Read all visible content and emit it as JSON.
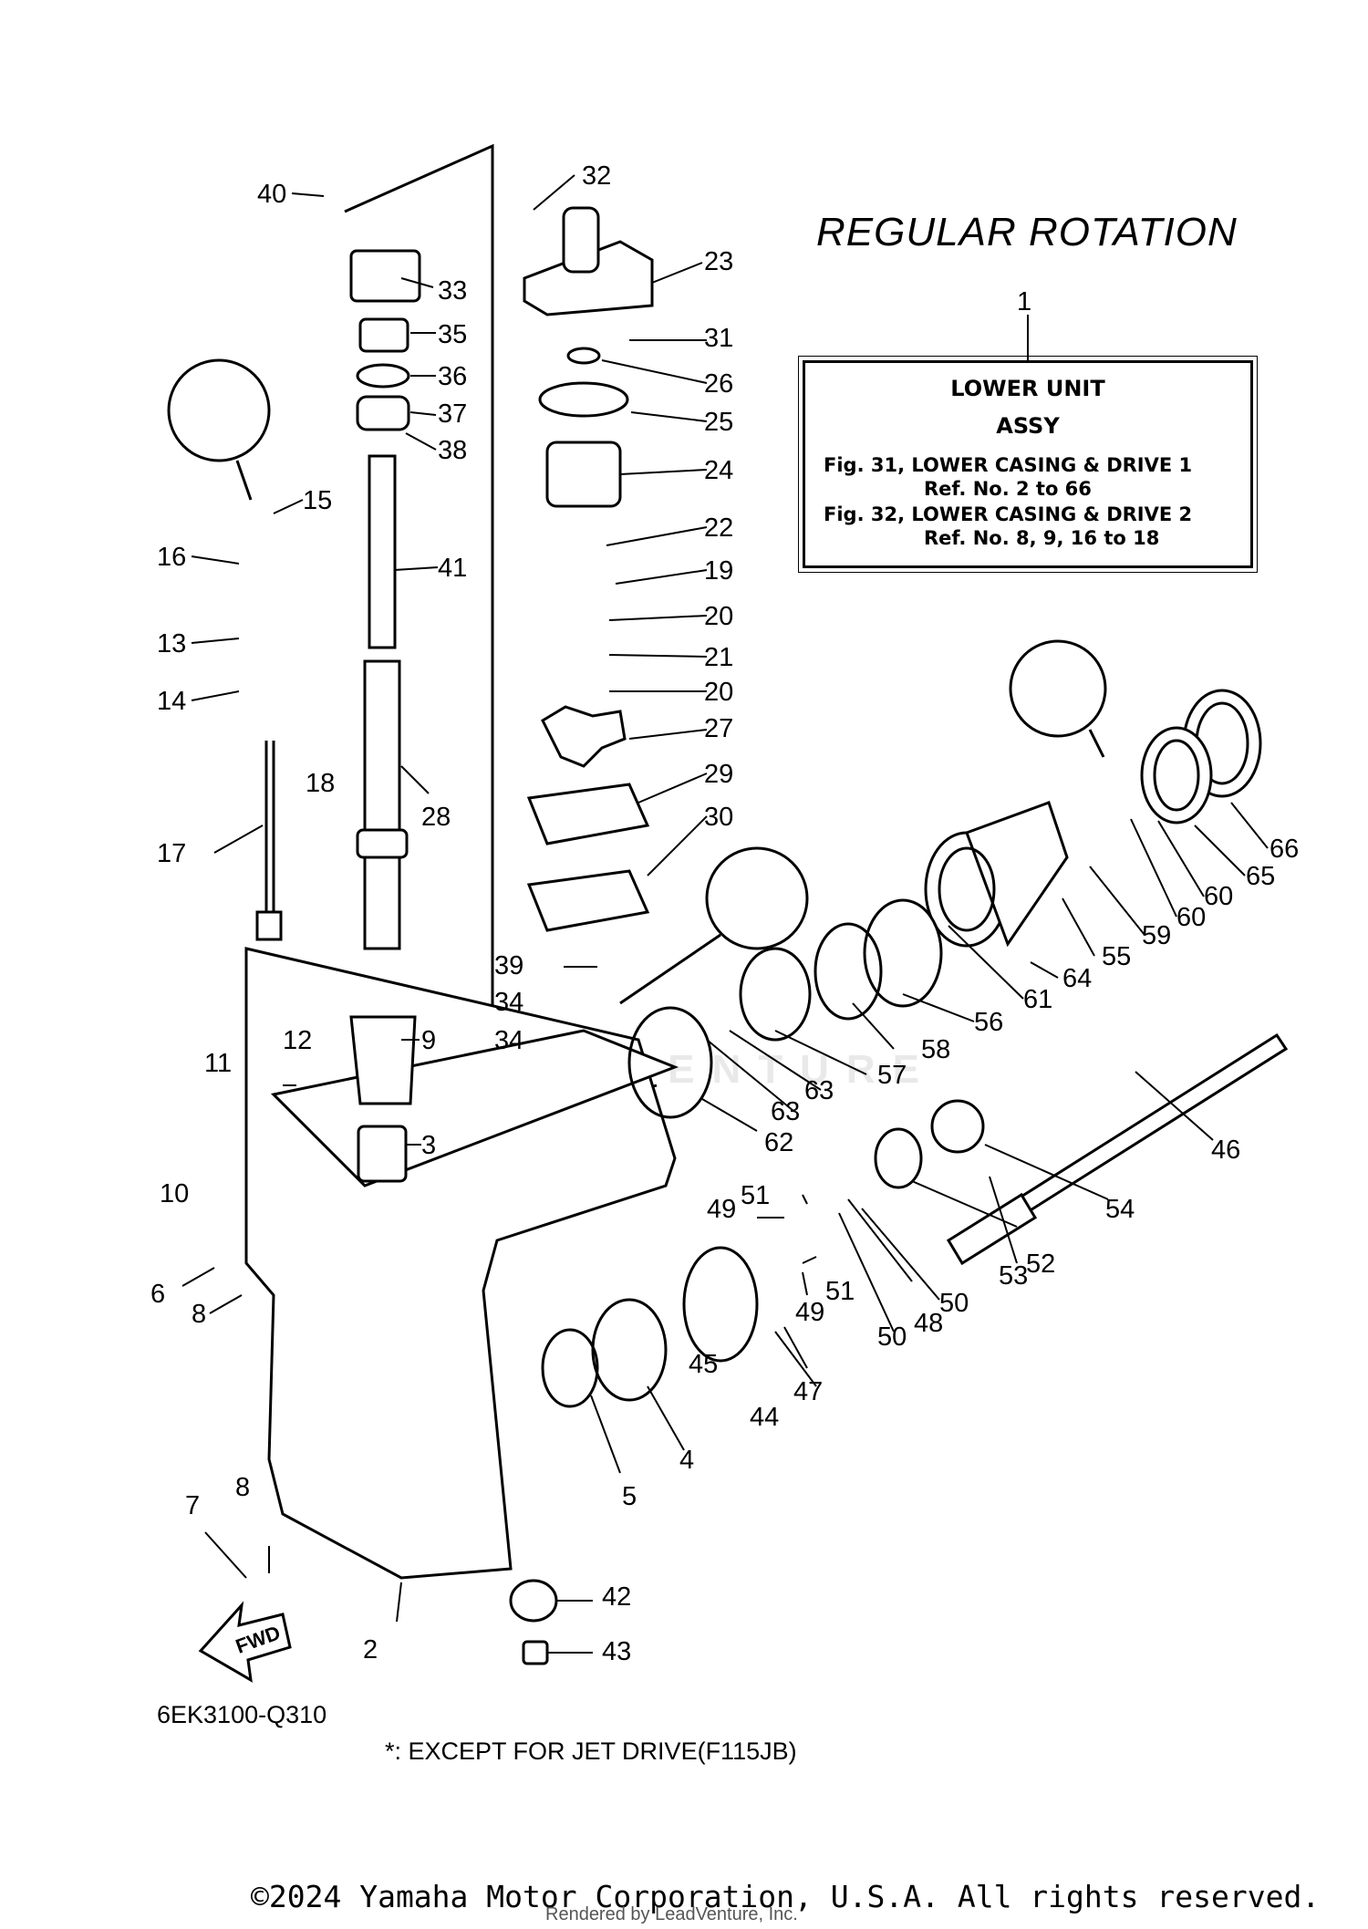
{
  "title": "REGULAR ROTATION",
  "info_box": {
    "ref": "1",
    "line1": "LOWER UNIT",
    "line2": "ASSY",
    "line3": "Fig. 31, LOWER CASING & DRIVE 1",
    "line4": "Ref. No. 2 to 66",
    "line5": "Fig. 32, LOWER CASING & DRIVE 2",
    "line6": "Ref. No. 8, 9, 16 to 18"
  },
  "callouts": [
    {
      "n": "40"
    },
    {
      "n": "32"
    },
    {
      "n": "23"
    },
    {
      "n": "33"
    },
    {
      "n": "35"
    },
    {
      "n": "31"
    },
    {
      "n": "36"
    },
    {
      "n": "26"
    },
    {
      "n": "37"
    },
    {
      "n": "25"
    },
    {
      "n": "38"
    },
    {
      "n": "24"
    },
    {
      "n": "15"
    },
    {
      "n": "22"
    },
    {
      "n": "16"
    },
    {
      "n": "41"
    },
    {
      "n": "19"
    },
    {
      "n": "20"
    },
    {
      "n": "13"
    },
    {
      "n": "21"
    },
    {
      "n": "20"
    },
    {
      "n": "14"
    },
    {
      "n": "27"
    },
    {
      "n": "18"
    },
    {
      "n": "29"
    },
    {
      "n": "28"
    },
    {
      "n": "30"
    },
    {
      "n": "17"
    },
    {
      "n": "66"
    },
    {
      "n": "65"
    },
    {
      "n": "60"
    },
    {
      "n": "60"
    },
    {
      "n": "59"
    },
    {
      "n": "55"
    },
    {
      "n": "64"
    },
    {
      "n": "61"
    },
    {
      "n": "39"
    },
    {
      "n": "56"
    },
    {
      "n": "34"
    },
    {
      "n": "34"
    },
    {
      "n": "9"
    },
    {
      "n": "58"
    },
    {
      "n": "57"
    },
    {
      "n": "63"
    },
    {
      "n": "63"
    },
    {
      "n": "12"
    },
    {
      "n": "11"
    },
    {
      "n": "62"
    },
    {
      "n": "3"
    },
    {
      "n": "46"
    },
    {
      "n": "10"
    },
    {
      "n": "51"
    },
    {
      "n": "54"
    },
    {
      "n": "49"
    },
    {
      "n": "52"
    },
    {
      "n": "53"
    },
    {
      "n": "6"
    },
    {
      "n": "51"
    },
    {
      "n": "50"
    },
    {
      "n": "8"
    },
    {
      "n": "49"
    },
    {
      "n": "48"
    },
    {
      "n": "50"
    },
    {
      "n": "45"
    },
    {
      "n": "47"
    },
    {
      "n": "44"
    },
    {
      "n": "4"
    },
    {
      "n": "5"
    },
    {
      "n": "8"
    },
    {
      "n": "7"
    },
    {
      "n": "42"
    },
    {
      "n": "2"
    },
    {
      "n": "43"
    }
  ],
  "fwd_label": "FWD",
  "diagram_code": "6EK3100-Q310",
  "footnote": "*: EXCEPT FOR JET DRIVE(F115JB)",
  "watermark": "LEADVENTURE",
  "copyright": "©2024 Yamaha Motor Corporation, U.S.A. All rights reserved.",
  "rendered_by": "Rendered by LeadVenture, Inc."
}
